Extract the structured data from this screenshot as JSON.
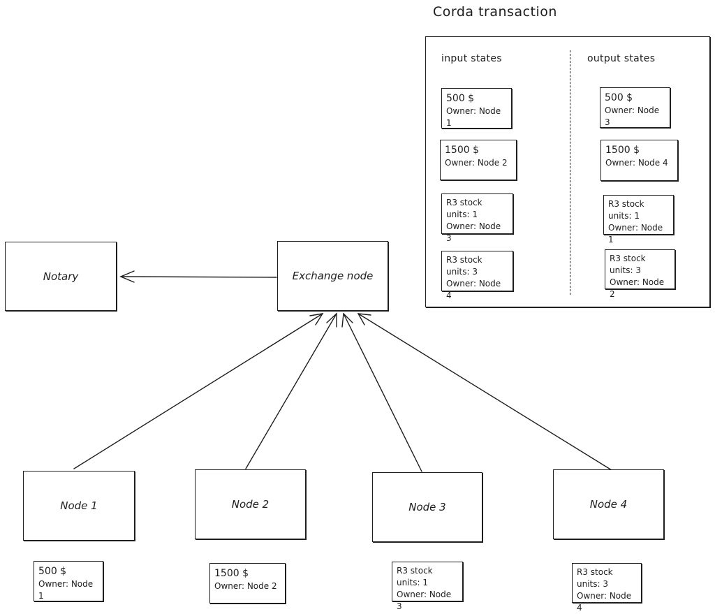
{
  "transaction": {
    "title": "Corda transaction",
    "input_header": "input states",
    "output_header": "output states",
    "inputs": [
      {
        "lines": [
          "500 $",
          "Owner: Node 1"
        ]
      },
      {
        "lines": [
          "1500 $",
          "Owner: Node 2"
        ]
      },
      {
        "lines": [
          "R3 stock",
          "units: 1",
          "Owner: Node 3"
        ]
      },
      {
        "lines": [
          "R3 stock",
          "units: 3",
          "Owner: Node 4"
        ]
      }
    ],
    "outputs": [
      {
        "lines": [
          "500 $",
          "Owner: Node 3"
        ]
      },
      {
        "lines": [
          "1500 $",
          "Owner: Node 4"
        ]
      },
      {
        "lines": [
          "R3 stock",
          "units: 1",
          "Owner: Node 1"
        ]
      },
      {
        "lines": [
          "R3 stock",
          "units: 3",
          "Owner: Node 2"
        ]
      }
    ]
  },
  "nodes": {
    "notary": "Notary",
    "exchange": "Exchange node",
    "node1": "Node 1",
    "node2": "Node 2",
    "node3": "Node 3",
    "node4": "Node 4"
  },
  "holdings": [
    {
      "lines": [
        "500 $",
        "Owner: Node 1"
      ]
    },
    {
      "lines": [
        "1500 $",
        "Owner: Node 2"
      ]
    },
    {
      "lines": [
        "R3 stock",
        "units: 1",
        "Owner: Node 3"
      ]
    },
    {
      "lines": [
        "R3 stock",
        "units: 3",
        "Owner: Node 4"
      ]
    }
  ]
}
